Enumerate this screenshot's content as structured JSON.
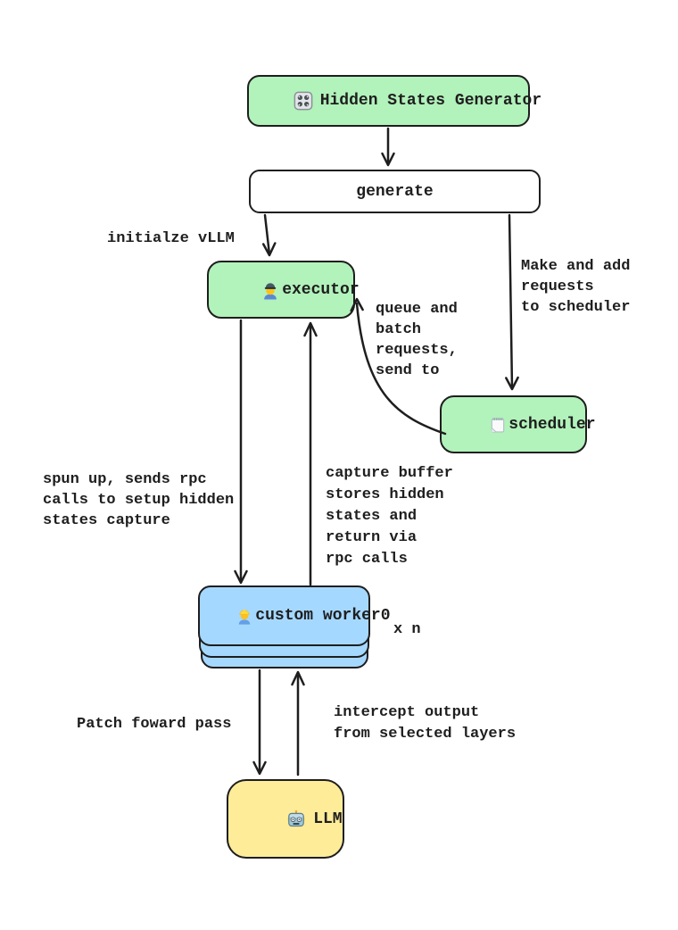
{
  "diagram": {
    "background_color": "#ffffff",
    "stroke_color": "#1e1e1e",
    "fill_colors": {
      "green": "#b2f2bb",
      "blue": "#a5d8ff",
      "yellow": "#ffec99",
      "white": "#ffffff"
    },
    "nodes": {
      "hidden_states_generator": {
        "icon": "control-knobs",
        "emoji": "🎛️",
        "label": "Hidden States Generator",
        "fill": "#b2f2bb"
      },
      "generate": {
        "label": "generate",
        "fill": "#ffffff"
      },
      "executor": {
        "icon": "man-mechanic",
        "emoji": "👨‍🔧",
        "label": "executor",
        "fill": "#b2f2bb"
      },
      "scheduler": {
        "icon": "spiral-notepad",
        "emoji": "🗒️",
        "label": "scheduler",
        "fill": "#b2f2bb"
      },
      "custom_worker": {
        "icon": "construction-worker",
        "emoji": "👷",
        "label": "custom worker0",
        "fill": "#a5d8ff",
        "multiplier_label": "x n",
        "stacked": true
      },
      "llm": {
        "icon": "robot",
        "emoji": "🤖",
        "label": "LLM",
        "fill": "#ffec99"
      }
    },
    "labels": {
      "initialize_vllm": "initialze vLLM",
      "make_and_add": "Make and add\nrequests\nto scheduler",
      "queue_and_batch": "queue and\nbatch\nrequests,\nsend to",
      "spun_up": "spun up, sends rpc\ncalls to setup hidden\nstates capture",
      "capture_buffer": "capture buffer\nstores hidden\nstates and\nreturn via\nrpc calls",
      "patch_forward": "Patch foward pass",
      "intercept_output": "intercept output\nfrom selected layers"
    },
    "edges": [
      {
        "from": "hidden_states_generator",
        "to": "generate"
      },
      {
        "from": "generate",
        "to": "executor",
        "label": "initialze vLLM"
      },
      {
        "from": "generate",
        "to": "scheduler",
        "label": "Make and add requests to scheduler"
      },
      {
        "from": "scheduler",
        "to": "executor",
        "label": "queue and batch requests, send to",
        "shape": "curved"
      },
      {
        "from": "executor",
        "to": "custom_worker",
        "label": "spun up, sends rpc calls to setup hidden states capture"
      },
      {
        "from": "custom_worker",
        "to": "executor",
        "label": "capture buffer stores hidden states and return via rpc calls"
      },
      {
        "from": "custom_worker",
        "to": "llm",
        "label": "Patch foward pass"
      },
      {
        "from": "llm",
        "to": "custom_worker",
        "label": "intercept output from selected layers"
      }
    ]
  }
}
